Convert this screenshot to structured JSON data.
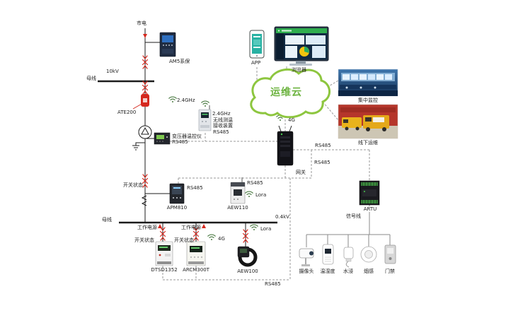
{
  "colors": {
    "breaker_red": "#d5281e",
    "cloud_green": "#8dc63f",
    "wifi_green": "#4e7d46",
    "line_dark": "#1c1c1c",
    "dashed_gray": "#9a9a9a"
  },
  "power": {
    "mains": "市电",
    "kv10": "10kV",
    "busbar_top": "母线",
    "busbar_bottom": "母线",
    "kv04": "0.4kV",
    "work_power_1": "工作电源",
    "work_power_2": "工作电源",
    "switch_state_1": "开关状态",
    "switch_state_2": "开关状态",
    "switch_state_3": "开关状态"
  },
  "devices": {
    "relay": "AM5系保",
    "ate200": "ATE200",
    "receiver": "无线测温\n接收装置\nRS485",
    "transformer_ctrl": "变压器温控仪\nRS485",
    "apm810": "APM810",
    "aew110": "AEW110",
    "dtsd1352": "DTSD1352",
    "arcm300t": "ARCM300T",
    "aew100": "AEW100",
    "artu": "ARTU",
    "gateway": "网关"
  },
  "comm": {
    "ghz24_a": "2.4GHz",
    "ghz24_b": "2.4GHz",
    "rs485_apm": "RS485",
    "rs485_aew110": "RS485",
    "rs485_gw_artu": "RS485",
    "rs485_branch": "RS485",
    "rs485_bottom": "RS485",
    "lora_aew110": "Lora",
    "lora_aew100": "Lora",
    "g4_gateway": "4G",
    "g4_arcm": "4G",
    "signal_line": "信号线"
  },
  "cloud": {
    "label": "运维云"
  },
  "clients": {
    "app": "APP",
    "browser": "浏览器"
  },
  "ops": {
    "central": "集中监控",
    "offline": "线下运维"
  },
  "sensors": [
    "摄像头",
    "温湿度",
    "水浸",
    "烟感",
    "门禁"
  ]
}
